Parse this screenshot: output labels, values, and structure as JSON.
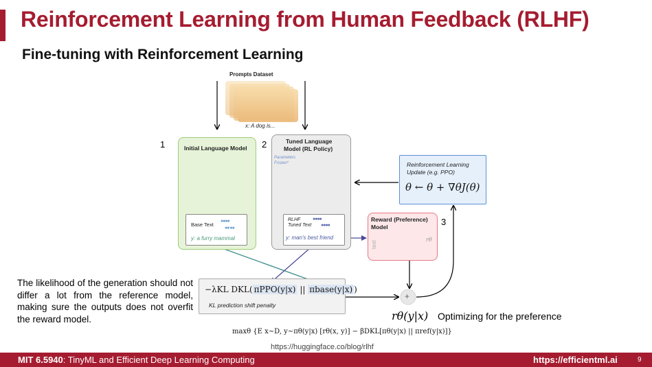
{
  "slide": {
    "title": "Reinforcement Learning from Human Feedback (RLHF)",
    "subtitle": "Fine-tuning with Reinforcement Learning"
  },
  "diagram": {
    "prompts_label": "Prompts Dataset",
    "prompt_example": "x: A dog is...",
    "step1": "1",
    "step2": "2",
    "step3": "3",
    "initial_lm": {
      "title": "Initial Language Model",
      "base_text_label": "Base Text",
      "output": "y: a furry mammal"
    },
    "tuned_lm": {
      "title_line1": "Tuned Language",
      "title_line2": "Model (RL Policy)",
      "params_line1": "Parameters",
      "params_line2": "Frozen*",
      "rlhf_label": "RLHF",
      "tuned_text_label": "Tuned Text",
      "output": "y: man's best friend"
    },
    "reward_model": {
      "title_line1": "Reward (Preference)",
      "title_line2": "Model",
      "input_label": "text",
      "output_label": "rθ"
    },
    "rl_update": {
      "title_line1": "Reinforcement Learning",
      "title_line2": "Update (e.g. PPO)",
      "formula": "θ ← θ + ∇θJ(θ)"
    },
    "kl": {
      "formula_prefix": "−λKL DKL(",
      "pi_ppo": "πPPO(y|x)",
      "separator": "||",
      "pi_base": "πbase(y|x)",
      "formula_suffix": ")",
      "caption": "KL prediction shift penalty"
    },
    "plus": "+",
    "reward_symbol": "rθ(y|x)",
    "reward_note": "Optimizing for the preference",
    "objective": "maxθ {E x∼D, y∼πθ(y|x) [rθ(x, y)] − βDKL[πθ(y|x) || πref(y|x)]}",
    "source": "https://huggingface.co/blog/rlhf"
  },
  "explanation": "The likelihood of the generation should not differ a lot from the reference model, making sure the outputs does not overfit the reward model.",
  "footer": {
    "course_code": "MIT 6.5940",
    "course_name": ": TinyML and Efficient Deep Learning Computing",
    "url": "https://efficientml.ai",
    "page": "9"
  },
  "colors": {
    "brand": "#a51c30",
    "green_box": "#e6f3d8",
    "blue_box": "#e6f0fb",
    "pink_box": "#fde7e9",
    "teal_arrow": "#3f8f8f",
    "purple_arrow": "#4a4a9a"
  }
}
